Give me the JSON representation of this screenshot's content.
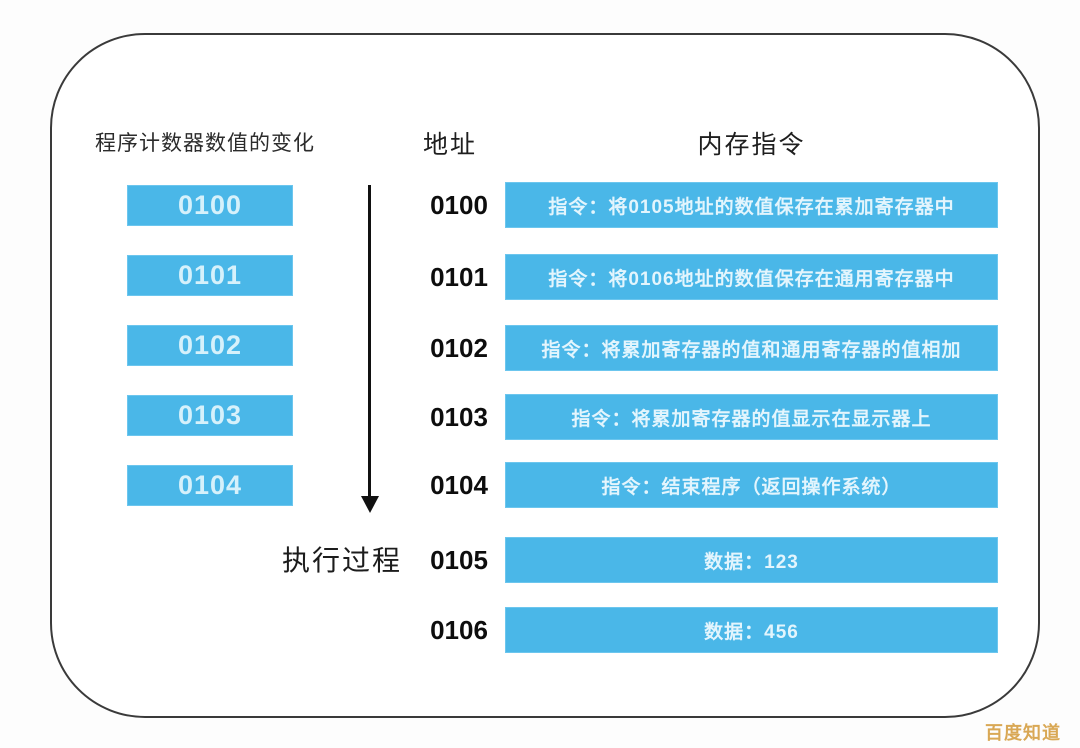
{
  "left_panel": {
    "title": "程序计数器数值的变化",
    "counters": [
      "0100",
      "0101",
      "0102",
      "0103",
      "0104"
    ],
    "flow_label": "执行过程"
  },
  "memory_table": {
    "address_header": "地址",
    "instruction_header": "内存指令",
    "rows": [
      {
        "address": "0100",
        "content": "指令：将0105地址的数值保存在累加寄存器中"
      },
      {
        "address": "0101",
        "content": "指令：将0106地址的数值保存在通用寄存器中"
      },
      {
        "address": "0102",
        "content": "指令：将累加寄存器的值和通用寄存器的值相加"
      },
      {
        "address": "0103",
        "content": "指令：将累加寄存器的值显示在显示器上"
      },
      {
        "address": "0104",
        "content": "指令：结束程序（返回操作系统）"
      },
      {
        "address": "0105",
        "content": "数据：123"
      },
      {
        "address": "0106",
        "content": "数据：456"
      }
    ]
  },
  "watermark": "百度知道",
  "colors": {
    "accent_blue": "#4AB7E8",
    "box_text_light": "#E3F5FD",
    "watermark_gold": "#D9A855",
    "frame_border": "#3A3A3A"
  }
}
